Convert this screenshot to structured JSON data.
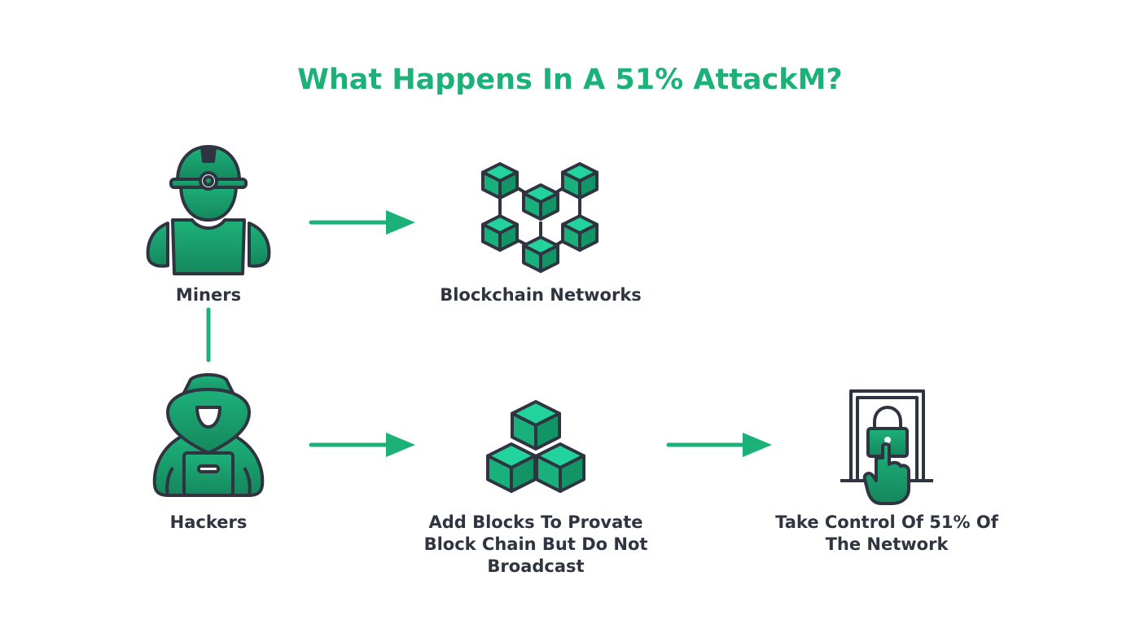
{
  "title": "What Happens In A 51% AttackM?",
  "nodes": {
    "miners": "Miners",
    "blockchain": "Blockchain Networks",
    "hackers": "Hackers",
    "add_blocks": "Add Blocks To Provate Block Chain But Do Not Broadcast",
    "take_control": "Take Control Of 51% Of The Network"
  },
  "colors": {
    "accent": "#1db17a",
    "icon_fill": "#1aa872",
    "icon_light": "#1dd49a",
    "outline": "#2e3440",
    "text": "#2e3440"
  },
  "icons": {
    "miners": "miner-icon",
    "blockchain": "blockchain-network-icon",
    "hackers": "hacker-icon",
    "add_blocks": "stacked-blocks-icon",
    "take_control": "lock-door-icon"
  }
}
